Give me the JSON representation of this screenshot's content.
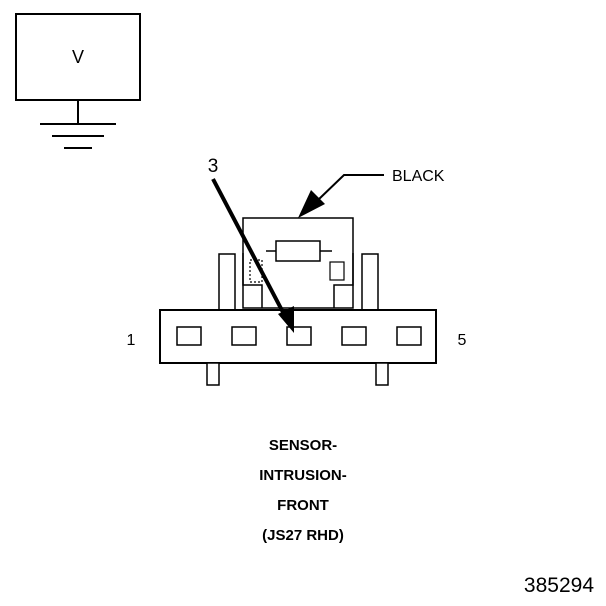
{
  "meter": {
    "label": "V"
  },
  "callouts": {
    "wire_color": "BLACK",
    "terminal_probe": "3"
  },
  "connector": {
    "pin_first": "1",
    "pin_last": "5",
    "cavity_count": 5
  },
  "caption": {
    "line1": "SENSOR-",
    "line2": "INTRUSION-",
    "line3": "FRONT",
    "line4": "(JS27 RHD)"
  },
  "figure_id": "385294"
}
